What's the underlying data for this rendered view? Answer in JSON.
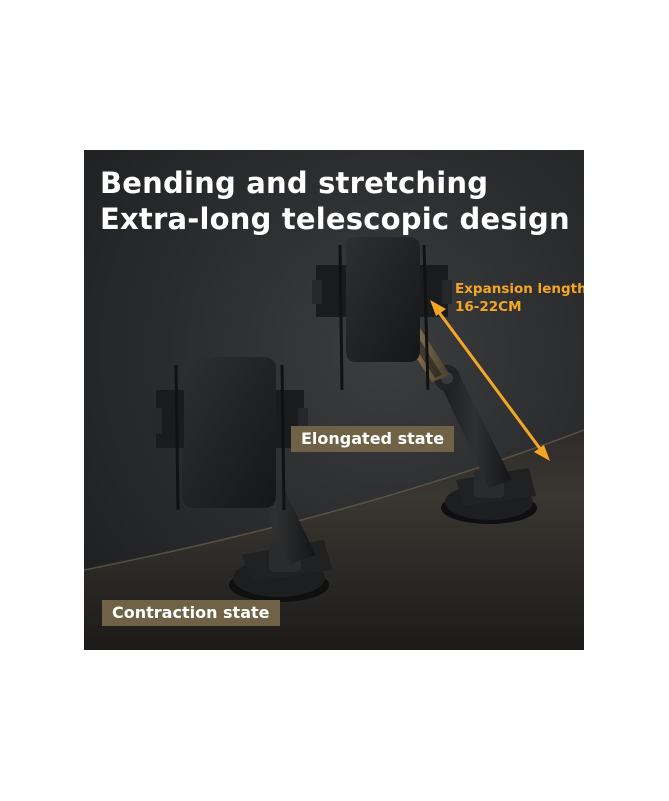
{
  "headline": {
    "line1": "Bending and stretching",
    "line2": "Extra-long telescopic design"
  },
  "expansion": {
    "label": "Expansion length",
    "range": "16-22CM"
  },
  "states": {
    "elongated": "Elongated state",
    "contraction": "Contraction state"
  },
  "colors": {
    "accent": "#f5a623",
    "label_bg": "#6f6246",
    "text": "#ffffff"
  }
}
